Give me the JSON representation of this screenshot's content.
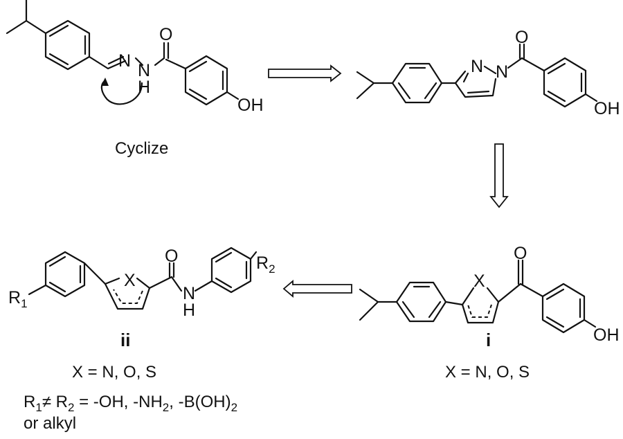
{
  "atoms": {
    "n_imine": "N",
    "n_hydrazide": "N",
    "h_hydrazide": "H",
    "o_carbonyl": "O",
    "oh": "OH",
    "n_pyrazole_left": "N",
    "n_pyrazole_right": "N",
    "x_ring": "X",
    "n_amide": "N",
    "h_amide": "H",
    "r1": "R",
    "r1_sub": "1",
    "r2": "R",
    "r2_sub": "2"
  },
  "labels": {
    "cyclize": "Cyclize",
    "compound_i": "i",
    "compound_ii": "ii",
    "x_def_i": "X = N, O, S",
    "x_def_ii": "X = N, O, S",
    "r_def_a": "R",
    "r_def_b": "1",
    "r_def_c": "≠ R",
    "r_def_d": "2",
    "r_def_e": " = -OH, -NH",
    "r_def_f": "2",
    "r_def_g": ", -B(OH)",
    "r_def_h": "2",
    "r_def_line2": "or alkyl"
  }
}
